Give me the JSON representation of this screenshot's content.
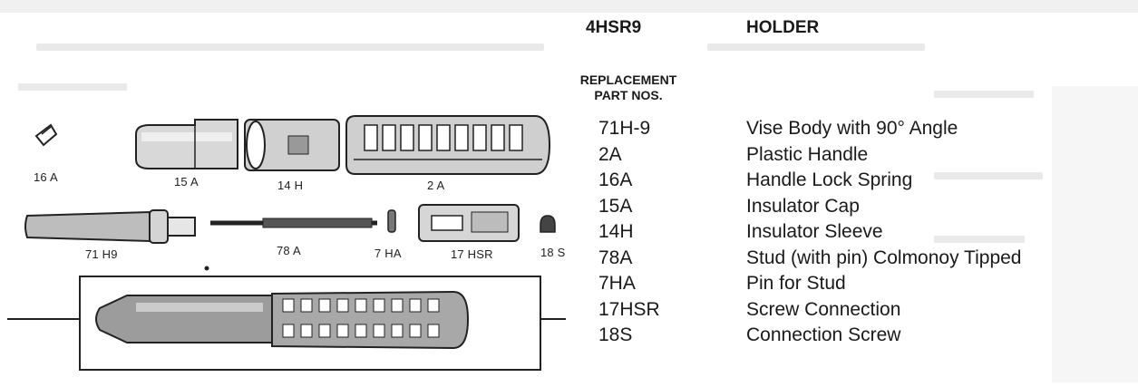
{
  "header": {
    "model": "4HSR9",
    "title": "HOLDER",
    "replacement_header_line1": "REPLACEMENT",
    "replacement_header_line2": "PART NOS."
  },
  "parts": [
    {
      "number": "71H-9",
      "description": "Vise Body with 90° Angle"
    },
    {
      "number": "2A",
      "description": "Plastic Handle"
    },
    {
      "number": "16A",
      "description": "Handle Lock Spring"
    },
    {
      "number": "15A",
      "description": "Insulator Cap"
    },
    {
      "number": "14H",
      "description": "Insulator Sleeve"
    },
    {
      "number": "78A",
      "description": "Stud (with pin) Colmonoy Tipped"
    },
    {
      "number": "7HA",
      "description": "Pin for Stud"
    },
    {
      "number": "17HSR",
      "description": "Screw Connection"
    },
    {
      "number": "18S",
      "description": "Connection Screw"
    }
  ],
  "figure_labels": {
    "p16a": "16 A",
    "p15a": "15 A",
    "p14h": "14 H",
    "p2a": "2 A",
    "p71h9": "71 H9",
    "p78a": "78 A",
    "p7ha": "7 HA",
    "p17hsr": "17 HSR",
    "p18s": "18 S"
  }
}
